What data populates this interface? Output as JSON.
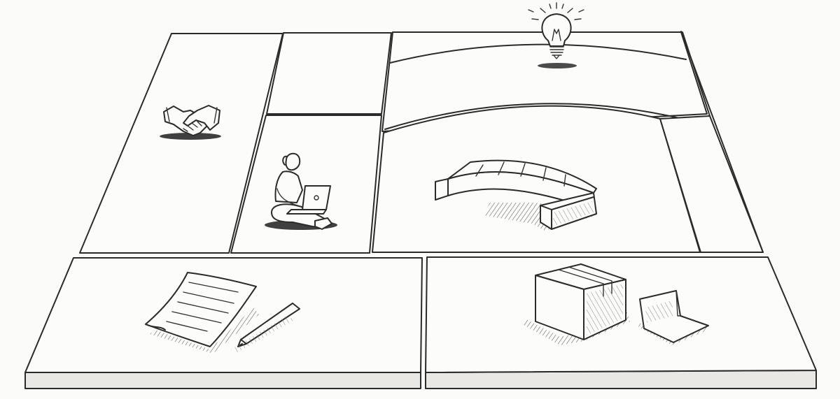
{
  "canvas": {
    "background": "#fbfbf9",
    "ink": "#2b2b2b",
    "paper": "#fcfcfa",
    "edge": "#e9e8e4"
  },
  "blocks": [
    {
      "id": "key-partners",
      "icon": "handshake-icon"
    },
    {
      "id": "key-activities",
      "icon": ""
    },
    {
      "id": "key-resources",
      "icon": "person-laptop-icon"
    },
    {
      "id": "value-proposition",
      "icon": "lightbulb-icon"
    },
    {
      "id": "customer-relationships",
      "icon": "bridge-icon"
    },
    {
      "id": "channels",
      "icon": ""
    },
    {
      "id": "cost-structure",
      "icon": "document-pencil-icon"
    },
    {
      "id": "revenue-streams",
      "icon": "box-card-icon"
    }
  ]
}
